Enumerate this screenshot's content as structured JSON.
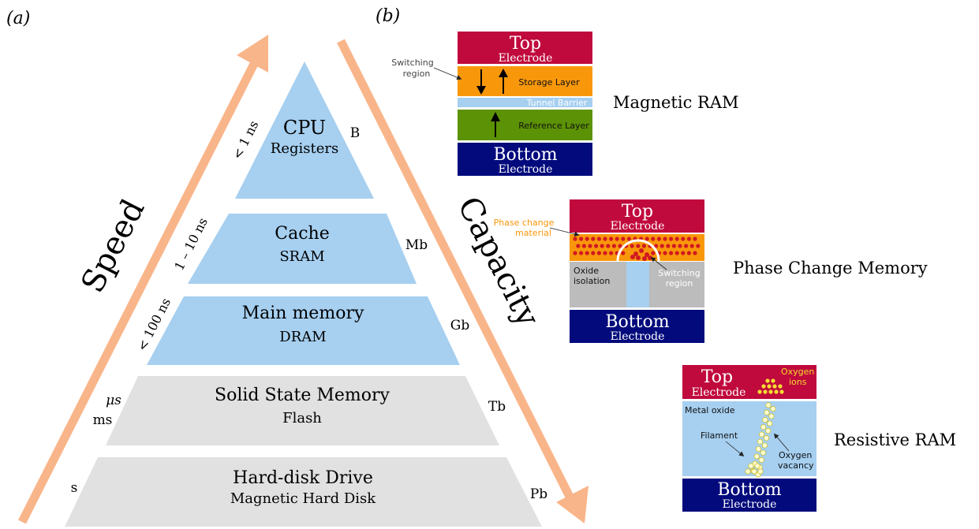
{
  "panel_labels": {
    "a": "(a)",
    "b": "(b)"
  },
  "axes": {
    "speed": "Speed",
    "capacity": "Capacity"
  },
  "colors": {
    "fast_tier": "#a6cff0",
    "slow_tier": "#e1e1e1",
    "arrow": "#f9b58a",
    "electrode_top": "#c0093c",
    "electrode_bottom": "#020a7c",
    "storage_layer": "#f9970b",
    "reference_layer": "#5c9205",
    "tunnel_barrier": "#a6cff0",
    "oxide": "#bcbcbc",
    "oxygen": "#f4dc32",
    "phase_dots": "#d01922"
  },
  "pyramid": {
    "tiers": [
      {
        "title": "CPU",
        "subtitle": "Registers",
        "speed": "< 1 ns",
        "capacity": "B"
      },
      {
        "title": "Cache",
        "subtitle": "SRAM",
        "speed": "1 – 10 ns",
        "capacity": "Mb"
      },
      {
        "title": "Main memory",
        "subtitle": "DRAM",
        "speed": "< 100 ns",
        "capacity": "Gb"
      },
      {
        "title": "Solid State Memory",
        "subtitle": "Flash",
        "speed_a": "μs",
        "speed_b": "ms",
        "capacity": "Tb"
      },
      {
        "title": "Hard-disk Drive",
        "subtitle": "Magnetic Hard Disk",
        "speed": "s",
        "capacity": "Pb"
      }
    ]
  },
  "mram": {
    "name": "Magnetic RAM",
    "top": "Top",
    "top_sub": "Electrode",
    "storage": "Storage Layer",
    "tunnel": "Tunnel Barrier",
    "reference": "Reference Layer",
    "bottom": "Bottom",
    "bottom_sub": "Electrode",
    "switching_1": "Switching",
    "switching_2": "region"
  },
  "pcm": {
    "name": "Phase Change Memory",
    "top": "Top",
    "top_sub": "Electrode",
    "material_1": "Phase change",
    "material_2": "material",
    "oxide_1": "Oxide",
    "oxide_2": "isolation",
    "switching_1": "Switching",
    "switching_2": "region",
    "bottom": "Bottom",
    "bottom_sub": "Electrode"
  },
  "rram": {
    "name": "Resistive RAM",
    "top": "Top",
    "top_sub": "Electrode",
    "ions_1": "Oxygen",
    "ions_2": "ions",
    "metal_oxide": "Metal oxide",
    "filament": "Filament",
    "vacancy_1": "Oxygen",
    "vacancy_2": "vacancy",
    "bottom": "Bottom",
    "bottom_sub": "Electrode"
  }
}
